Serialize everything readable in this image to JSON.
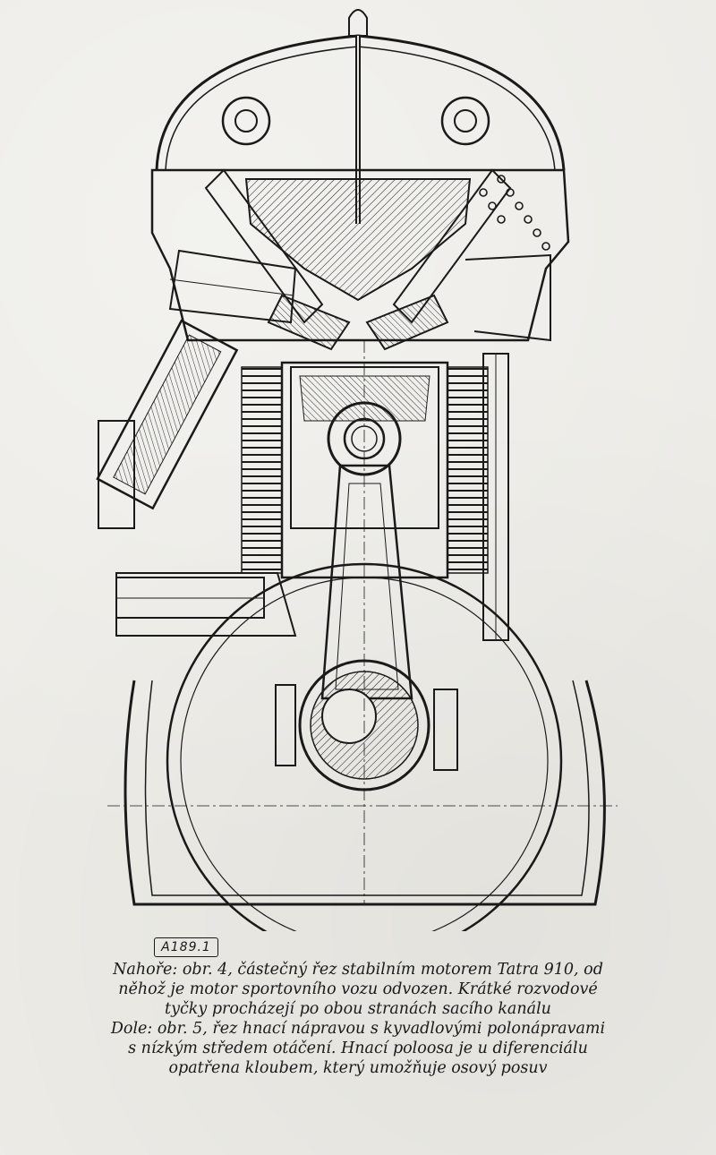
{
  "figure": {
    "label": "A189.1",
    "subject": "engine cross-section drawing",
    "ink_color": "#1a1a1a",
    "paper_color": "#ecebe6"
  },
  "caption": {
    "lines": [
      "Nahoře: obr. 4, částečný řez stabilním motorem Tatra 910, od",
      "něhož je motor sportovního vozu odvozen. Krátké rozvodové",
      "tyčky procházejí po obou stranách sacího kanálu",
      "Dole: obr. 5, řez hnací nápravou s kyvadlovými polonápravami",
      "s nízkým středem otáčení. Hnací poloosa je u diferenciálu",
      "opatřena kloubem, který umožňuje osový posuv"
    ]
  }
}
